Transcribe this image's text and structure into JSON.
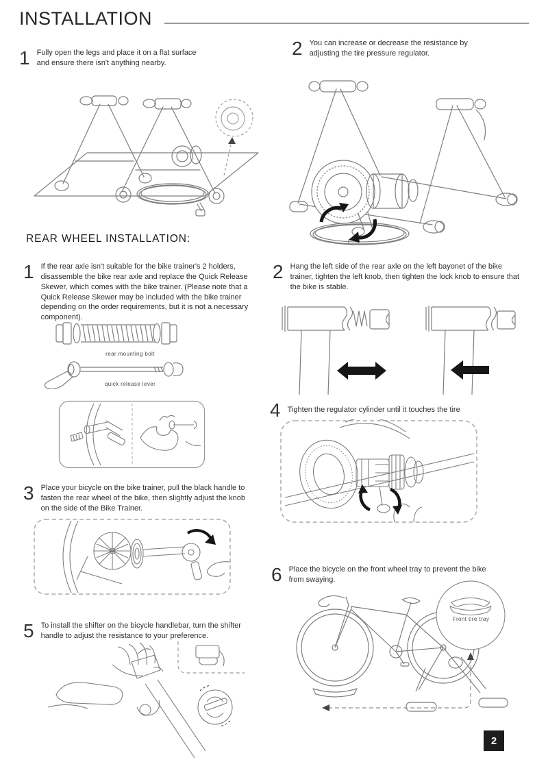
{
  "title": "INSTALLATION",
  "page_number": "2",
  "install_steps": [
    {
      "num": "1",
      "text": "Fully open the legs and place it on a flat surface and ensure there isn't anything nearby."
    },
    {
      "num": "2",
      "text": "You can increase or decrease the resistance by adjusting the tire pressure regulator."
    }
  ],
  "rear_wheel_heading": "REAR WHEEL INSTALLATION:",
  "rear_steps": [
    {
      "num": "1",
      "text": "If the rear axle isn't suitable for the bike trainer's 2 holders, disassemble the bike rear axle and replace the Quick Release Skewer, which comes with the bike trainer. (Please note that a Quick Release Skewer may be included with the bike trainer depending on the order requirements, but it is not a necessary component)."
    },
    {
      "num": "2",
      "text": "Hang the left side of the rear axle on the left bayonet of the bike trainer, tighten the left knob, then tighten the lock knob to ensure that the bike is stable."
    },
    {
      "num": "3",
      "text": "Place your bicycle on the bike trainer, pull the black handle to fasten the rear wheel of the bike, then slightly adjust the knob on the side of the Bike Trainer."
    },
    {
      "num": "4",
      "text": "Tighten the regulator cylinder until it touches the tire"
    },
    {
      "num": "5",
      "text": "To install the shifter on the bicycle handlebar, turn the shifter handle to adjust the resistance to your preference."
    },
    {
      "num": "6",
      "text": "Place the bicycle on the front wheel tray to prevent the bike from swaying."
    }
  ],
  "labels": {
    "rear_mounting_bolt": "rear mounting bolt",
    "quick_release_lever": "quick release lever",
    "front_tire_tray": "Front tire tray"
  },
  "colors": {
    "ink": "#2f2f2f",
    "line_art": "#7e7e7e",
    "arrow_black": "#161616",
    "rule_gray": "#9a9a9a",
    "page_box_bg": "#1d1d1d",
    "page_box_text": "#ffffff"
  }
}
